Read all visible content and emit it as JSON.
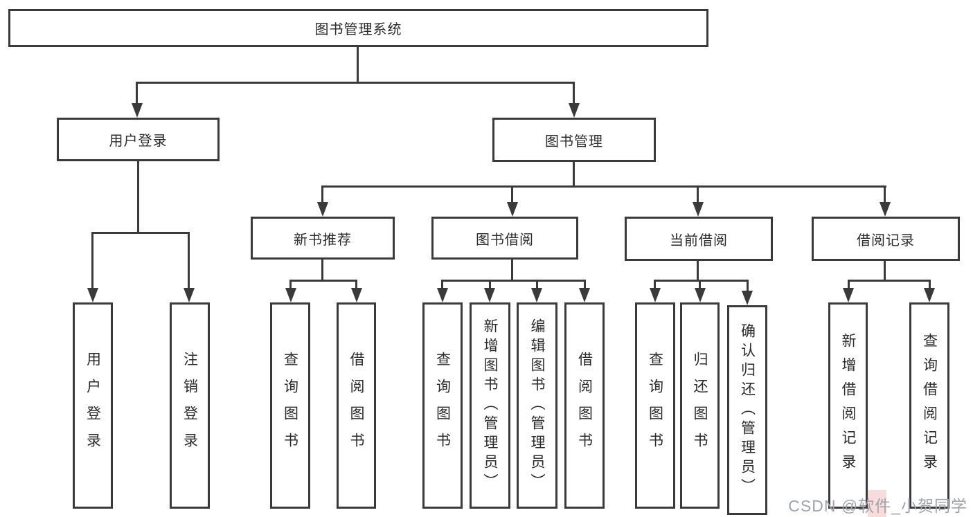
{
  "root_label": "图书管理系统",
  "level2": {
    "user_login": "用户登录",
    "book_mgmt": "图书管理"
  },
  "level3": {
    "new_book": "新书推荐",
    "borrow": "图书借阅",
    "current": "当前借阅",
    "records": "借阅记录"
  },
  "leaves": {
    "user_login": [
      "用户登录",
      "注销登录"
    ],
    "new_book": [
      "查询图书",
      "借阅图书"
    ],
    "borrow": [
      "查询图书",
      "新增图书（管理员）",
      "编辑图书（管理员）",
      "借阅图书"
    ],
    "current": [
      "查询图书",
      "归还图书",
      "确认归还（管理员）"
    ],
    "records": [
      "新增借阅记录",
      "查询借阅记录"
    ]
  },
  "watermark": "CSDN @软件_小贺同学",
  "colors": {
    "line": "#3a3a3a",
    "text": "#2b2b2b",
    "watermark": "#a0a4aa",
    "watermark_bg": "#f7dcdc",
    "background": "#ffffff"
  }
}
